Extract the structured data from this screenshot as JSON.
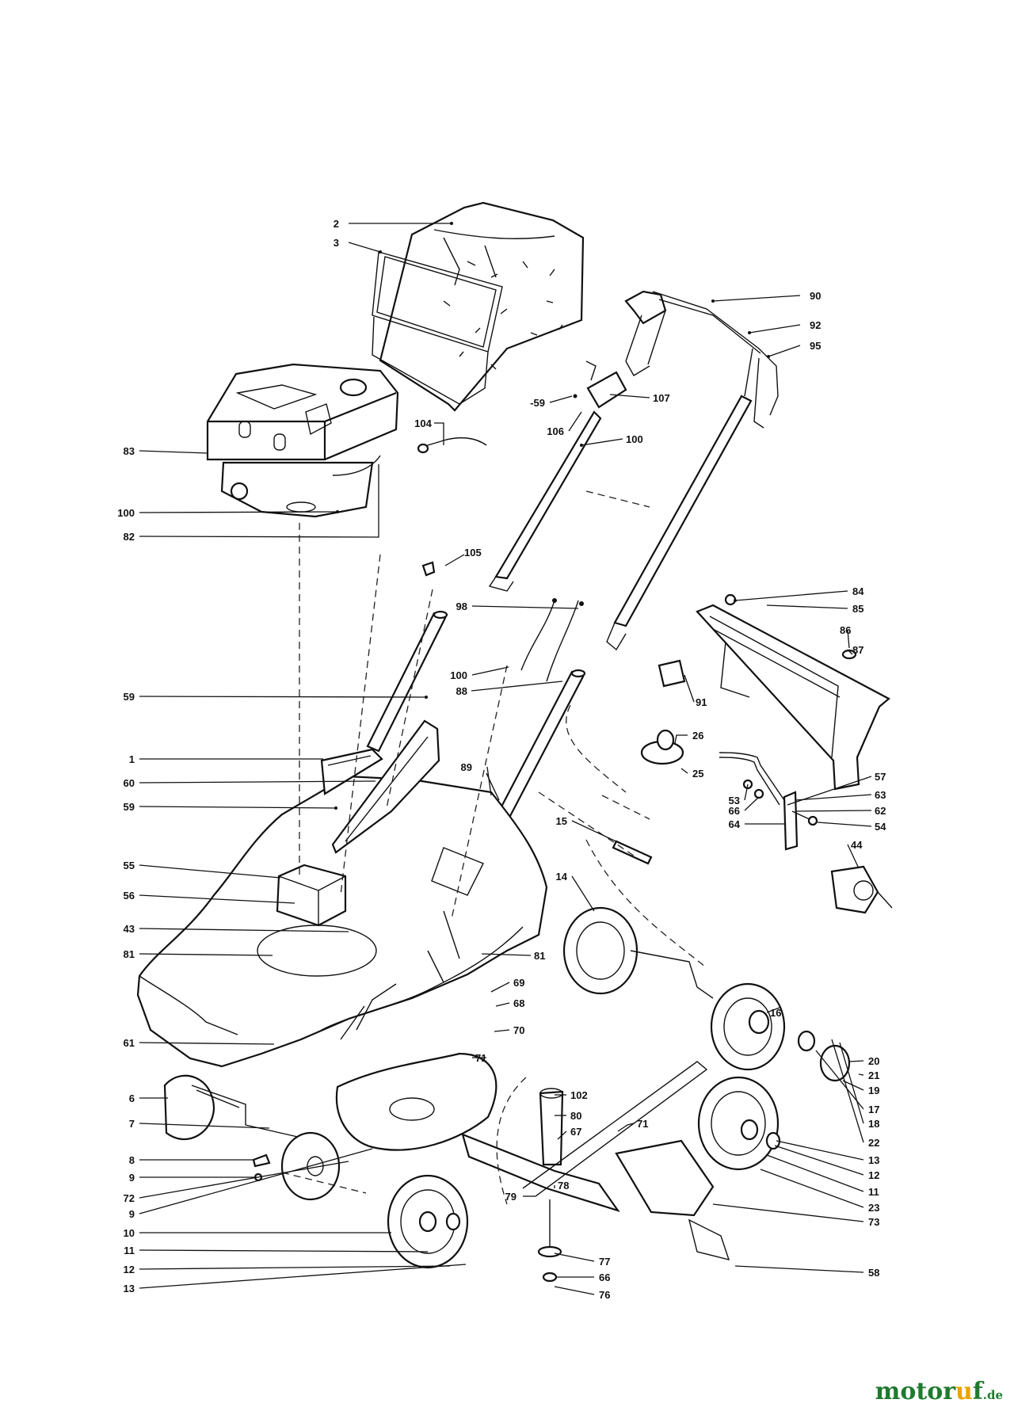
{
  "diagram": {
    "callouts": [
      {
        "id": "c-2",
        "text": "2"
      },
      {
        "id": "c-3",
        "text": "3"
      },
      {
        "id": "c-90",
        "text": "90"
      },
      {
        "id": "c-92",
        "text": "92"
      },
      {
        "id": "c-95",
        "text": "95"
      },
      {
        "id": "c-59a",
        "text": "-59"
      },
      {
        "id": "c-107",
        "text": "107"
      },
      {
        "id": "c-106",
        "text": "106"
      },
      {
        "id": "c-100a",
        "text": "100"
      },
      {
        "id": "c-104",
        "text": "104"
      },
      {
        "id": "c-83",
        "text": "83"
      },
      {
        "id": "c-100b",
        "text": "100"
      },
      {
        "id": "c-82",
        "text": "82"
      },
      {
        "id": "c-105",
        "text": "105"
      },
      {
        "id": "c-84",
        "text": "84"
      },
      {
        "id": "c-85",
        "text": "85"
      },
      {
        "id": "c-86",
        "text": "86"
      },
      {
        "id": "c-87",
        "text": "87"
      },
      {
        "id": "c-98",
        "text": "98"
      },
      {
        "id": "c-100c",
        "text": "100"
      },
      {
        "id": "c-91",
        "text": "91"
      },
      {
        "id": "c-88",
        "text": "88"
      },
      {
        "id": "c-59b",
        "text": "59"
      },
      {
        "id": "c-26",
        "text": "26"
      },
      {
        "id": "c-25",
        "text": "25"
      },
      {
        "id": "c-1",
        "text": "1"
      },
      {
        "id": "c-60",
        "text": "60"
      },
      {
        "id": "c-89",
        "text": "89"
      },
      {
        "id": "c-57",
        "text": "57"
      },
      {
        "id": "c-63",
        "text": "63"
      },
      {
        "id": "c-53",
        "text": "53"
      },
      {
        "id": "c-66a",
        "text": "66"
      },
      {
        "id": "c-62",
        "text": "62"
      },
      {
        "id": "c-64",
        "text": "64"
      },
      {
        "id": "c-54",
        "text": "54"
      },
      {
        "id": "c-59c",
        "text": "59"
      },
      {
        "id": "c-15",
        "text": "15"
      },
      {
        "id": "c-44",
        "text": "44"
      },
      {
        "id": "c-55",
        "text": "55"
      },
      {
        "id": "c-56",
        "text": "56"
      },
      {
        "id": "c-14",
        "text": "14"
      },
      {
        "id": "c-43",
        "text": "43"
      },
      {
        "id": "c-81a",
        "text": "81"
      },
      {
        "id": "c-81b",
        "text": "81"
      },
      {
        "id": "c-69",
        "text": "69"
      },
      {
        "id": "c-68",
        "text": "68"
      },
      {
        "id": "c-16",
        "text": "16"
      },
      {
        "id": "c-70",
        "text": "70"
      },
      {
        "id": "c-61",
        "text": "61"
      },
      {
        "id": "c-71a",
        "text": "71"
      },
      {
        "id": "c-20",
        "text": "20"
      },
      {
        "id": "c-21",
        "text": "21"
      },
      {
        "id": "c-19",
        "text": "19"
      },
      {
        "id": "c-102",
        "text": "102"
      },
      {
        "id": "c-6",
        "text": "6"
      },
      {
        "id": "c-17",
        "text": "17"
      },
      {
        "id": "c-80",
        "text": "80"
      },
      {
        "id": "c-7",
        "text": "7"
      },
      {
        "id": "c-71b",
        "text": "71"
      },
      {
        "id": "c-67",
        "text": "67"
      },
      {
        "id": "c-18",
        "text": "18"
      },
      {
        "id": "c-22",
        "text": "22"
      },
      {
        "id": "c-13a",
        "text": "13"
      },
      {
        "id": "c-8",
        "text": "8"
      },
      {
        "id": "c-12a",
        "text": "12"
      },
      {
        "id": "c-9a",
        "text": "9"
      },
      {
        "id": "c-11a",
        "text": "11"
      },
      {
        "id": "c-78",
        "text": "78"
      },
      {
        "id": "c-79",
        "text": "79"
      },
      {
        "id": "c-72",
        "text": "72"
      },
      {
        "id": "c-23",
        "text": "23"
      },
      {
        "id": "c-9b",
        "text": "9"
      },
      {
        "id": "c-73",
        "text": "73"
      },
      {
        "id": "c-10",
        "text": "10"
      },
      {
        "id": "c-11b",
        "text": "11"
      },
      {
        "id": "c-77",
        "text": "77"
      },
      {
        "id": "c-12b",
        "text": "12"
      },
      {
        "id": "c-58",
        "text": "58"
      },
      {
        "id": "c-66b",
        "text": "66"
      },
      {
        "id": "c-13b",
        "text": "13"
      },
      {
        "id": "c-76",
        "text": "76"
      }
    ]
  },
  "watermark": {
    "prefix": "motor",
    "accent": "u",
    "suffix": "f",
    "domain": ".de",
    "color": "#1f7a2e",
    "accent_color": "#e8a400"
  }
}
